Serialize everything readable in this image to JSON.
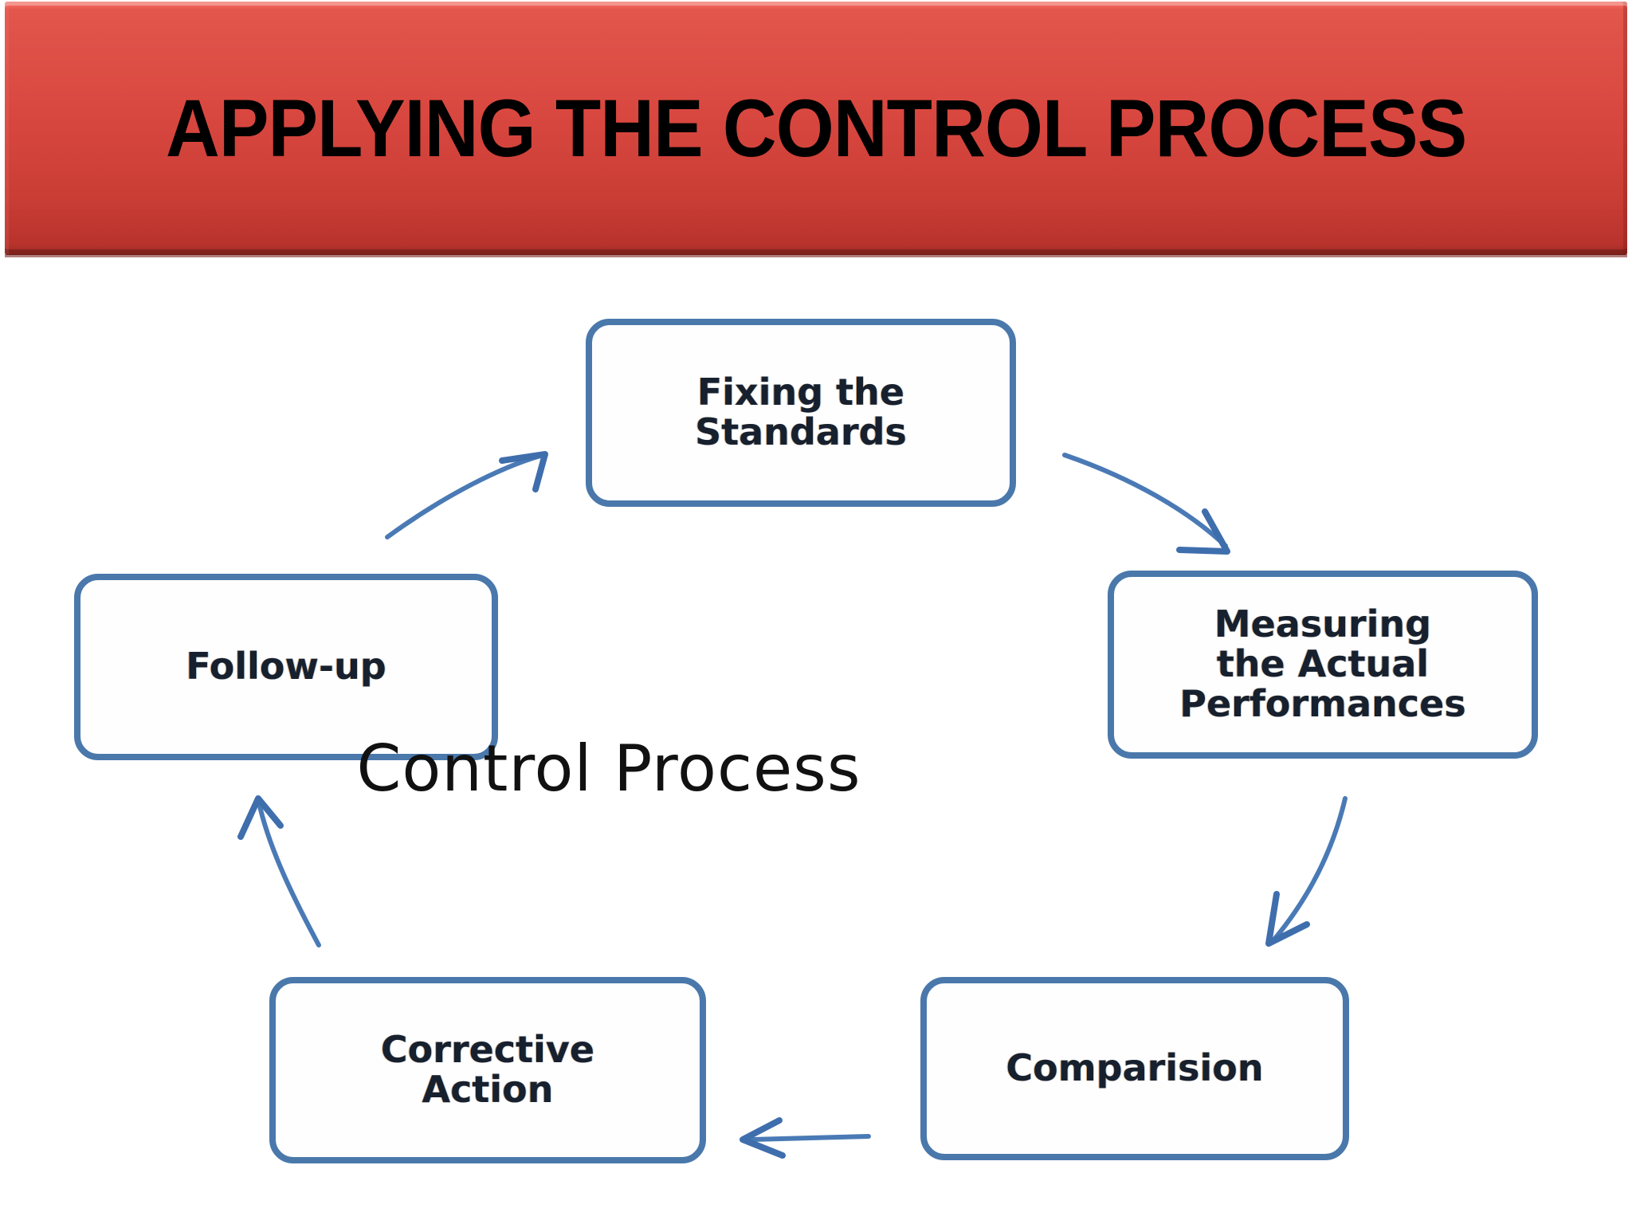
{
  "slide": {
    "title": "APPLYING THE CONTROL PROCESS",
    "background_color": "#ffffff"
  },
  "banner": {
    "color_top": "#ef6257",
    "color_bottom": "#b8332c"
  },
  "diagram": {
    "center_label": "Control Process",
    "box_border_color": "#4a78ab",
    "box_fill_color": "#fefeff",
    "arrow_color": "#4a7ab5",
    "nodes": [
      {
        "id": "fixing",
        "label": "Fixing the\nStandards",
        "position": "top"
      },
      {
        "id": "measuring",
        "label": "Measuring\nthe Actual\nPerformances",
        "position": "right"
      },
      {
        "id": "comparison",
        "label": "Comparision",
        "position": "bottom-right"
      },
      {
        "id": "corrective",
        "label": "Corrective\nAction",
        "position": "bottom-left"
      },
      {
        "id": "followup",
        "label": "Follow-up",
        "position": "left"
      }
    ],
    "arrows": [
      {
        "id": "fixing-to-measuring",
        "from": "fixing",
        "to": "measuring",
        "icon": "curved-arrow-icon"
      },
      {
        "id": "measuring-to-comparison",
        "from": "measuring",
        "to": "comparison",
        "icon": "curved-arrow-icon"
      },
      {
        "id": "comparison-to-corrective",
        "from": "comparison",
        "to": "corrective",
        "icon": "straight-arrow-icon"
      },
      {
        "id": "corrective-to-followup",
        "from": "corrective",
        "to": "followup",
        "icon": "curved-arrow-icon"
      },
      {
        "id": "followup-to-fixing",
        "from": "followup",
        "to": "fixing",
        "icon": "curved-arrow-icon"
      }
    ]
  }
}
